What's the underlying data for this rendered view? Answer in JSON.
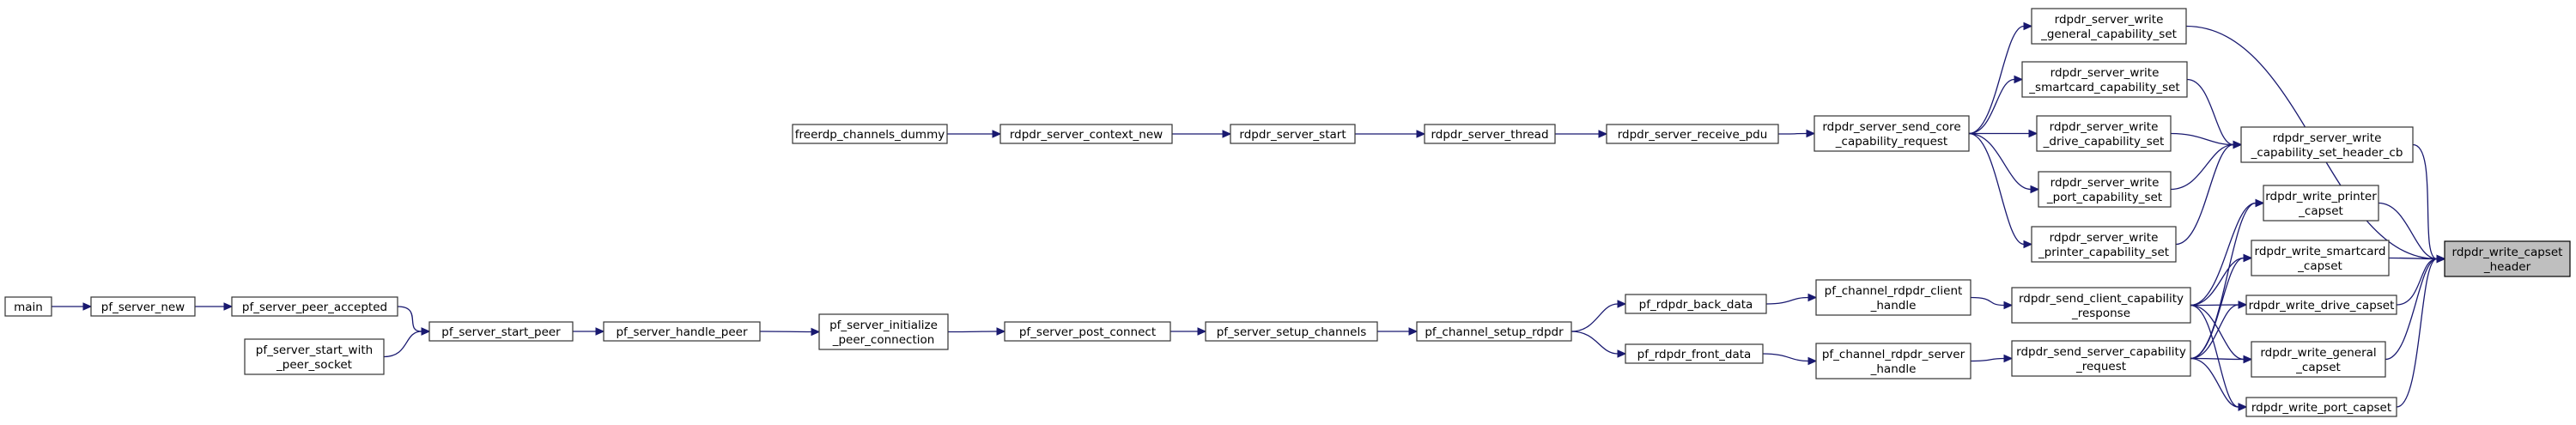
{
  "graph": {
    "colors": {
      "edge": "#191970",
      "node_border": "#333333",
      "root_fill": "#bfbfbf",
      "background": "#ffffff"
    },
    "nodes": [
      {
        "id": "root",
        "lines": [
          "rdpdr_write_capset",
          "_header"
        ]
      },
      {
        "id": "gen_set",
        "lines": [
          "rdpdr_server_write",
          "_general_capability_set"
        ]
      },
      {
        "id": "sc_set",
        "lines": [
          "rdpdr_server_write",
          "_smartcard_capability_set"
        ]
      },
      {
        "id": "drv_set",
        "lines": [
          "rdpdr_server_write",
          "_drive_capability_set"
        ]
      },
      {
        "id": "port_set",
        "lines": [
          "rdpdr_server_write",
          "_port_capability_set"
        ]
      },
      {
        "id": "prn_set",
        "lines": [
          "rdpdr_server_write",
          "_printer_capability_set"
        ]
      },
      {
        "id": "hdr_cb",
        "lines": [
          "rdpdr_server_write",
          "_capability_set_header_cb"
        ]
      },
      {
        "id": "send_core",
        "lines": [
          "rdpdr_server_send_core",
          "_capability_request"
        ]
      },
      {
        "id": "recv_pdu",
        "lines": [
          "rdpdr_server_receive_pdu"
        ]
      },
      {
        "id": "thread",
        "lines": [
          "rdpdr_server_thread"
        ]
      },
      {
        "id": "start",
        "lines": [
          "rdpdr_server_start"
        ]
      },
      {
        "id": "ctx_new",
        "lines": [
          "rdpdr_server_context_new"
        ]
      },
      {
        "id": "dummy",
        "lines": [
          "freerdp_channels_dummy"
        ]
      },
      {
        "id": "w_printer",
        "lines": [
          "rdpdr_write_printer",
          "_capset"
        ]
      },
      {
        "id": "w_smartcard",
        "lines": [
          "rdpdr_write_smartcard",
          "_capset"
        ]
      },
      {
        "id": "w_drive",
        "lines": [
          "rdpdr_write_drive_capset"
        ]
      },
      {
        "id": "w_general",
        "lines": [
          "rdpdr_write_general",
          "_capset"
        ]
      },
      {
        "id": "w_port",
        "lines": [
          "rdpdr_write_port_capset"
        ]
      },
      {
        "id": "send_client",
        "lines": [
          "rdpdr_send_client_capability",
          "_response"
        ]
      },
      {
        "id": "send_server",
        "lines": [
          "rdpdr_send_server_capability",
          "_request"
        ]
      },
      {
        "id": "ch_client",
        "lines": [
          "pf_channel_rdpdr_client",
          "_handle"
        ]
      },
      {
        "id": "ch_server",
        "lines": [
          "pf_channel_rdpdr_server",
          "_handle"
        ]
      },
      {
        "id": "back_data",
        "lines": [
          "pf_rdpdr_back_data"
        ]
      },
      {
        "id": "front_data",
        "lines": [
          "pf_rdpdr_front_data"
        ]
      },
      {
        "id": "setup_rdpdr",
        "lines": [
          "pf_channel_setup_rdpdr"
        ]
      },
      {
        "id": "setup_channels",
        "lines": [
          "pf_server_setup_channels"
        ]
      },
      {
        "id": "post_connect",
        "lines": [
          "pf_server_post_connect"
        ]
      },
      {
        "id": "init_peer",
        "lines": [
          "pf_server_initialize",
          "_peer_connection"
        ]
      },
      {
        "id": "handle_peer",
        "lines": [
          "pf_server_handle_peer"
        ]
      },
      {
        "id": "start_peer",
        "lines": [
          "pf_server_start_peer"
        ]
      },
      {
        "id": "peer_accepted",
        "lines": [
          "pf_server_peer_accepted"
        ]
      },
      {
        "id": "start_with_sock",
        "lines": [
          "pf_server_start_with",
          "_peer_socket"
        ]
      },
      {
        "id": "srv_new",
        "lines": [
          "pf_server_new"
        ]
      },
      {
        "id": "main",
        "lines": [
          "main"
        ]
      }
    ],
    "edges": [
      [
        "gen_set",
        "root"
      ],
      [
        "hdr_cb",
        "root"
      ],
      [
        "w_printer",
        "root"
      ],
      [
        "w_smartcard",
        "root"
      ],
      [
        "w_drive",
        "root"
      ],
      [
        "w_general",
        "root"
      ],
      [
        "w_port",
        "root"
      ],
      [
        "sc_set",
        "hdr_cb"
      ],
      [
        "drv_set",
        "hdr_cb"
      ],
      [
        "port_set",
        "hdr_cb"
      ],
      [
        "prn_set",
        "hdr_cb"
      ],
      [
        "send_core",
        "gen_set"
      ],
      [
        "send_core",
        "sc_set"
      ],
      [
        "send_core",
        "drv_set"
      ],
      [
        "send_core",
        "port_set"
      ],
      [
        "send_core",
        "prn_set"
      ],
      [
        "recv_pdu",
        "send_core"
      ],
      [
        "thread",
        "recv_pdu"
      ],
      [
        "start",
        "thread"
      ],
      [
        "ctx_new",
        "start"
      ],
      [
        "dummy",
        "ctx_new"
      ],
      [
        "send_client",
        "w_printer"
      ],
      [
        "send_client",
        "w_smartcard"
      ],
      [
        "send_client",
        "w_drive"
      ],
      [
        "send_client",
        "w_general"
      ],
      [
        "send_client",
        "w_port"
      ],
      [
        "send_server",
        "w_printer"
      ],
      [
        "send_server",
        "w_smartcard"
      ],
      [
        "send_server",
        "w_drive"
      ],
      [
        "send_server",
        "w_general"
      ],
      [
        "send_server",
        "w_port"
      ],
      [
        "ch_client",
        "send_client"
      ],
      [
        "ch_server",
        "send_server"
      ],
      [
        "back_data",
        "ch_client"
      ],
      [
        "front_data",
        "ch_server"
      ],
      [
        "setup_rdpdr",
        "back_data"
      ],
      [
        "setup_rdpdr",
        "front_data"
      ],
      [
        "setup_channels",
        "setup_rdpdr"
      ],
      [
        "post_connect",
        "setup_channels"
      ],
      [
        "init_peer",
        "post_connect"
      ],
      [
        "handle_peer",
        "init_peer"
      ],
      [
        "start_peer",
        "handle_peer"
      ],
      [
        "peer_accepted",
        "start_peer"
      ],
      [
        "start_with_sock",
        "start_peer"
      ],
      [
        "srv_new",
        "peer_accepted"
      ],
      [
        "main",
        "srv_new"
      ]
    ]
  }
}
